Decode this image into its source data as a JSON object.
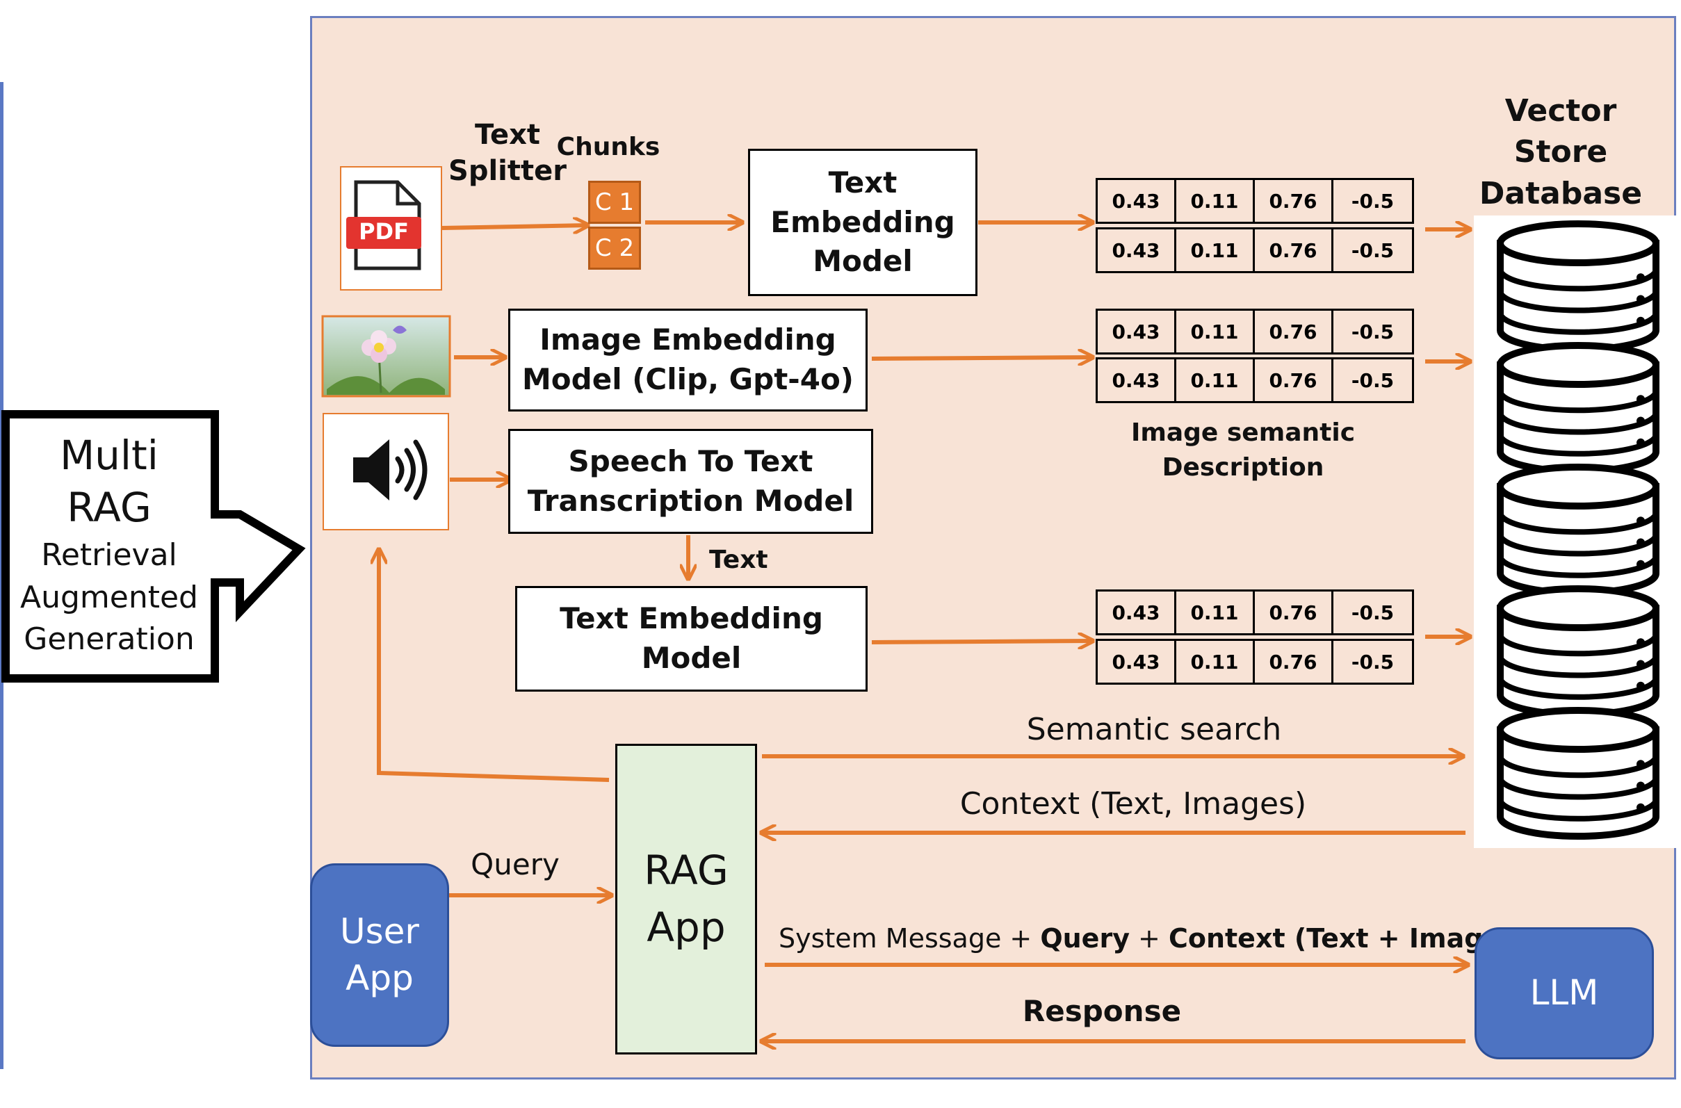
{
  "multi_rag": {
    "line1": "Multi",
    "line2": "RAG",
    "line3": "Retrieval",
    "line4": "Augmented",
    "line5": "Generation"
  },
  "text_splitter": {
    "line1": "Text",
    "line2": "Splitter"
  },
  "chunks": {
    "label": "Chunks",
    "c1": "C 1",
    "c2": "C 2"
  },
  "pdf_icon": {
    "text": "PDF"
  },
  "text_embedding_top": {
    "line1": "Text",
    "line2": "Embedding",
    "line3": "Model"
  },
  "image_embedding": {
    "line1": "Image Embedding",
    "line2": "Model (Clip, Gpt-4o)"
  },
  "speech_to_text": {
    "line1": "Speech To Text",
    "line2": "Transcription Model"
  },
  "text_label": "Text",
  "text_embedding_bottom": {
    "line1": "Text Embedding",
    "line2": "Model"
  },
  "vector_values": [
    "0.43",
    "0.11",
    "0.76",
    "-0.5"
  ],
  "image_semantic": {
    "line1": "Image semantic",
    "line2": "Description"
  },
  "vector_store": {
    "line1": "Vector Store",
    "line2": "Database"
  },
  "semantic_search": "Semantic search",
  "context": "Context (Text, Images)",
  "query": "Query",
  "user_app": {
    "line1": "User",
    "line2": "App"
  },
  "rag_app": {
    "line1": "RAG",
    "line2": "App"
  },
  "system_message": {
    "part1": "System Message + ",
    "part2": "Query",
    "part3": " + ",
    "part4": "Context (Text + Images)"
  },
  "response": "Response",
  "llm": "LLM",
  "colors": {
    "panel_bg": "#f8e3d6",
    "arrow": "#e67c2f",
    "blue_box": "#4d73c2",
    "rag_box": "#e3f0db",
    "panel_border": "#6b7fbf"
  }
}
